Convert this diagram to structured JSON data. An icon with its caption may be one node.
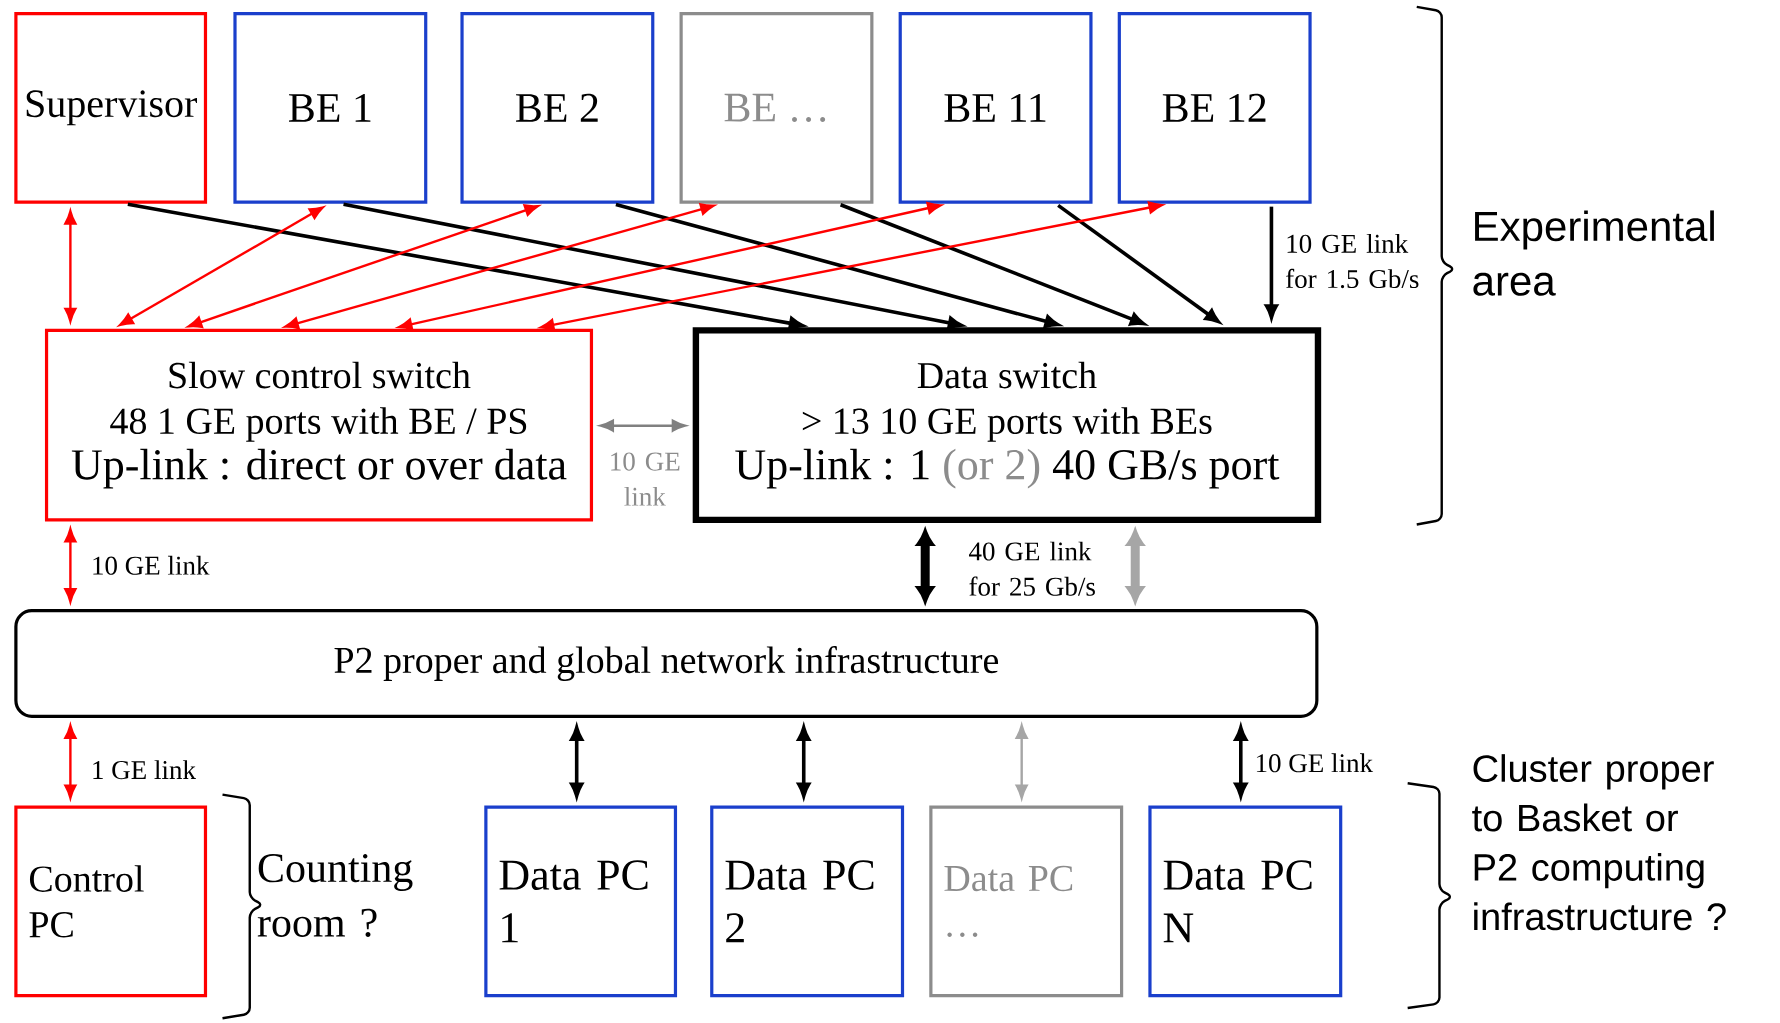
{
  "diagram": {
    "nodes": [
      {
        "text": [
          "Supervisor"
        ]
      },
      {
        "text": [
          "BE 1"
        ]
      },
      {
        "text": [
          "BE 2"
        ]
      },
      {
        "text": [
          "BE …"
        ]
      },
      {
        "text": [
          "BE 11"
        ]
      },
      {
        "text": [
          "BE 12"
        ]
      },
      {
        "text": [
          "Slow control switch",
          "48 1 GE ports with BE / PS",
          "Up-link : direct or over data"
        ]
      },
      {
        "text": [
          "Data switch",
          "> 13 10 GE ports with BEs",
          "Up-link : 1",
          "(or 2)",
          "40 GB/s port"
        ]
      },
      {
        "text": [
          "P2 proper and global network infrastructure"
        ]
      },
      {
        "text": [
          "Control PC"
        ]
      },
      {
        "text": [
          "Data PC 1"
        ]
      },
      {
        "text": [
          "Data PC 2"
        ]
      },
      {
        "text": [
          "Data PC …"
        ]
      },
      {
        "text": [
          "Data PC N"
        ]
      }
    ],
    "edges": [
      {
        "from": 0,
        "to": 6,
        "arrow": "both",
        "color": "#ff0000"
      },
      {
        "from": 1,
        "to": 6,
        "arrow": "both",
        "color": "#ff0000"
      },
      {
        "from": 2,
        "to": 6,
        "arrow": "both",
        "color": "#ff0000"
      },
      {
        "from": 3,
        "to": 6,
        "arrow": "both",
        "color": "#ff0000"
      },
      {
        "from": 4,
        "to": 6,
        "arrow": "both",
        "color": "#ff0000"
      },
      {
        "from": 5,
        "to": 6,
        "arrow": "both",
        "color": "#ff0000"
      },
      {
        "from": 0,
        "to": 7,
        "arrow": "to"
      },
      {
        "from": 1,
        "to": 7,
        "arrow": "to"
      },
      {
        "from": 2,
        "to": 7,
        "arrow": "to"
      },
      {
        "from": 3,
        "to": 7,
        "arrow": "to"
      },
      {
        "from": 4,
        "to": 7,
        "arrow": "to"
      },
      {
        "from": 5,
        "to": 7,
        "arrow": "to",
        "label": "10 GE link for 1.5 Gb/s"
      },
      {
        "from": 6,
        "to": 7,
        "arrow": "both",
        "color": "#808080",
        "label": "10 GE link"
      },
      {
        "from": 6,
        "to": 8,
        "arrow": "both",
        "color": "#ff0000",
        "label": "10 GE link"
      },
      {
        "from": 7,
        "to": 8,
        "arrow": "both",
        "style": "thick",
        "label": "40 GE link for 25 Gb/s"
      },
      {
        "from": 7,
        "to": 8,
        "arrow": "both",
        "style": "thick",
        "color": "#a6a6a6"
      },
      {
        "from": 8,
        "to": 9,
        "arrow": "both",
        "color": "#ff0000",
        "label": "1 GE link"
      },
      {
        "from": 8,
        "to": 10,
        "arrow": "both"
      },
      {
        "from": 8,
        "to": 11,
        "arrow": "both"
      },
      {
        "from": 8,
        "to": 12,
        "arrow": "both",
        "color": "#a6a6a6"
      },
      {
        "from": 8,
        "to": 13,
        "arrow": "both",
        "label": "10 GE link"
      }
    ],
    "labels": [
      "Experimental area",
      "Counting room ?",
      "Cluster proper to Basket or P2 computing infrastructure ?"
    ]
  }
}
